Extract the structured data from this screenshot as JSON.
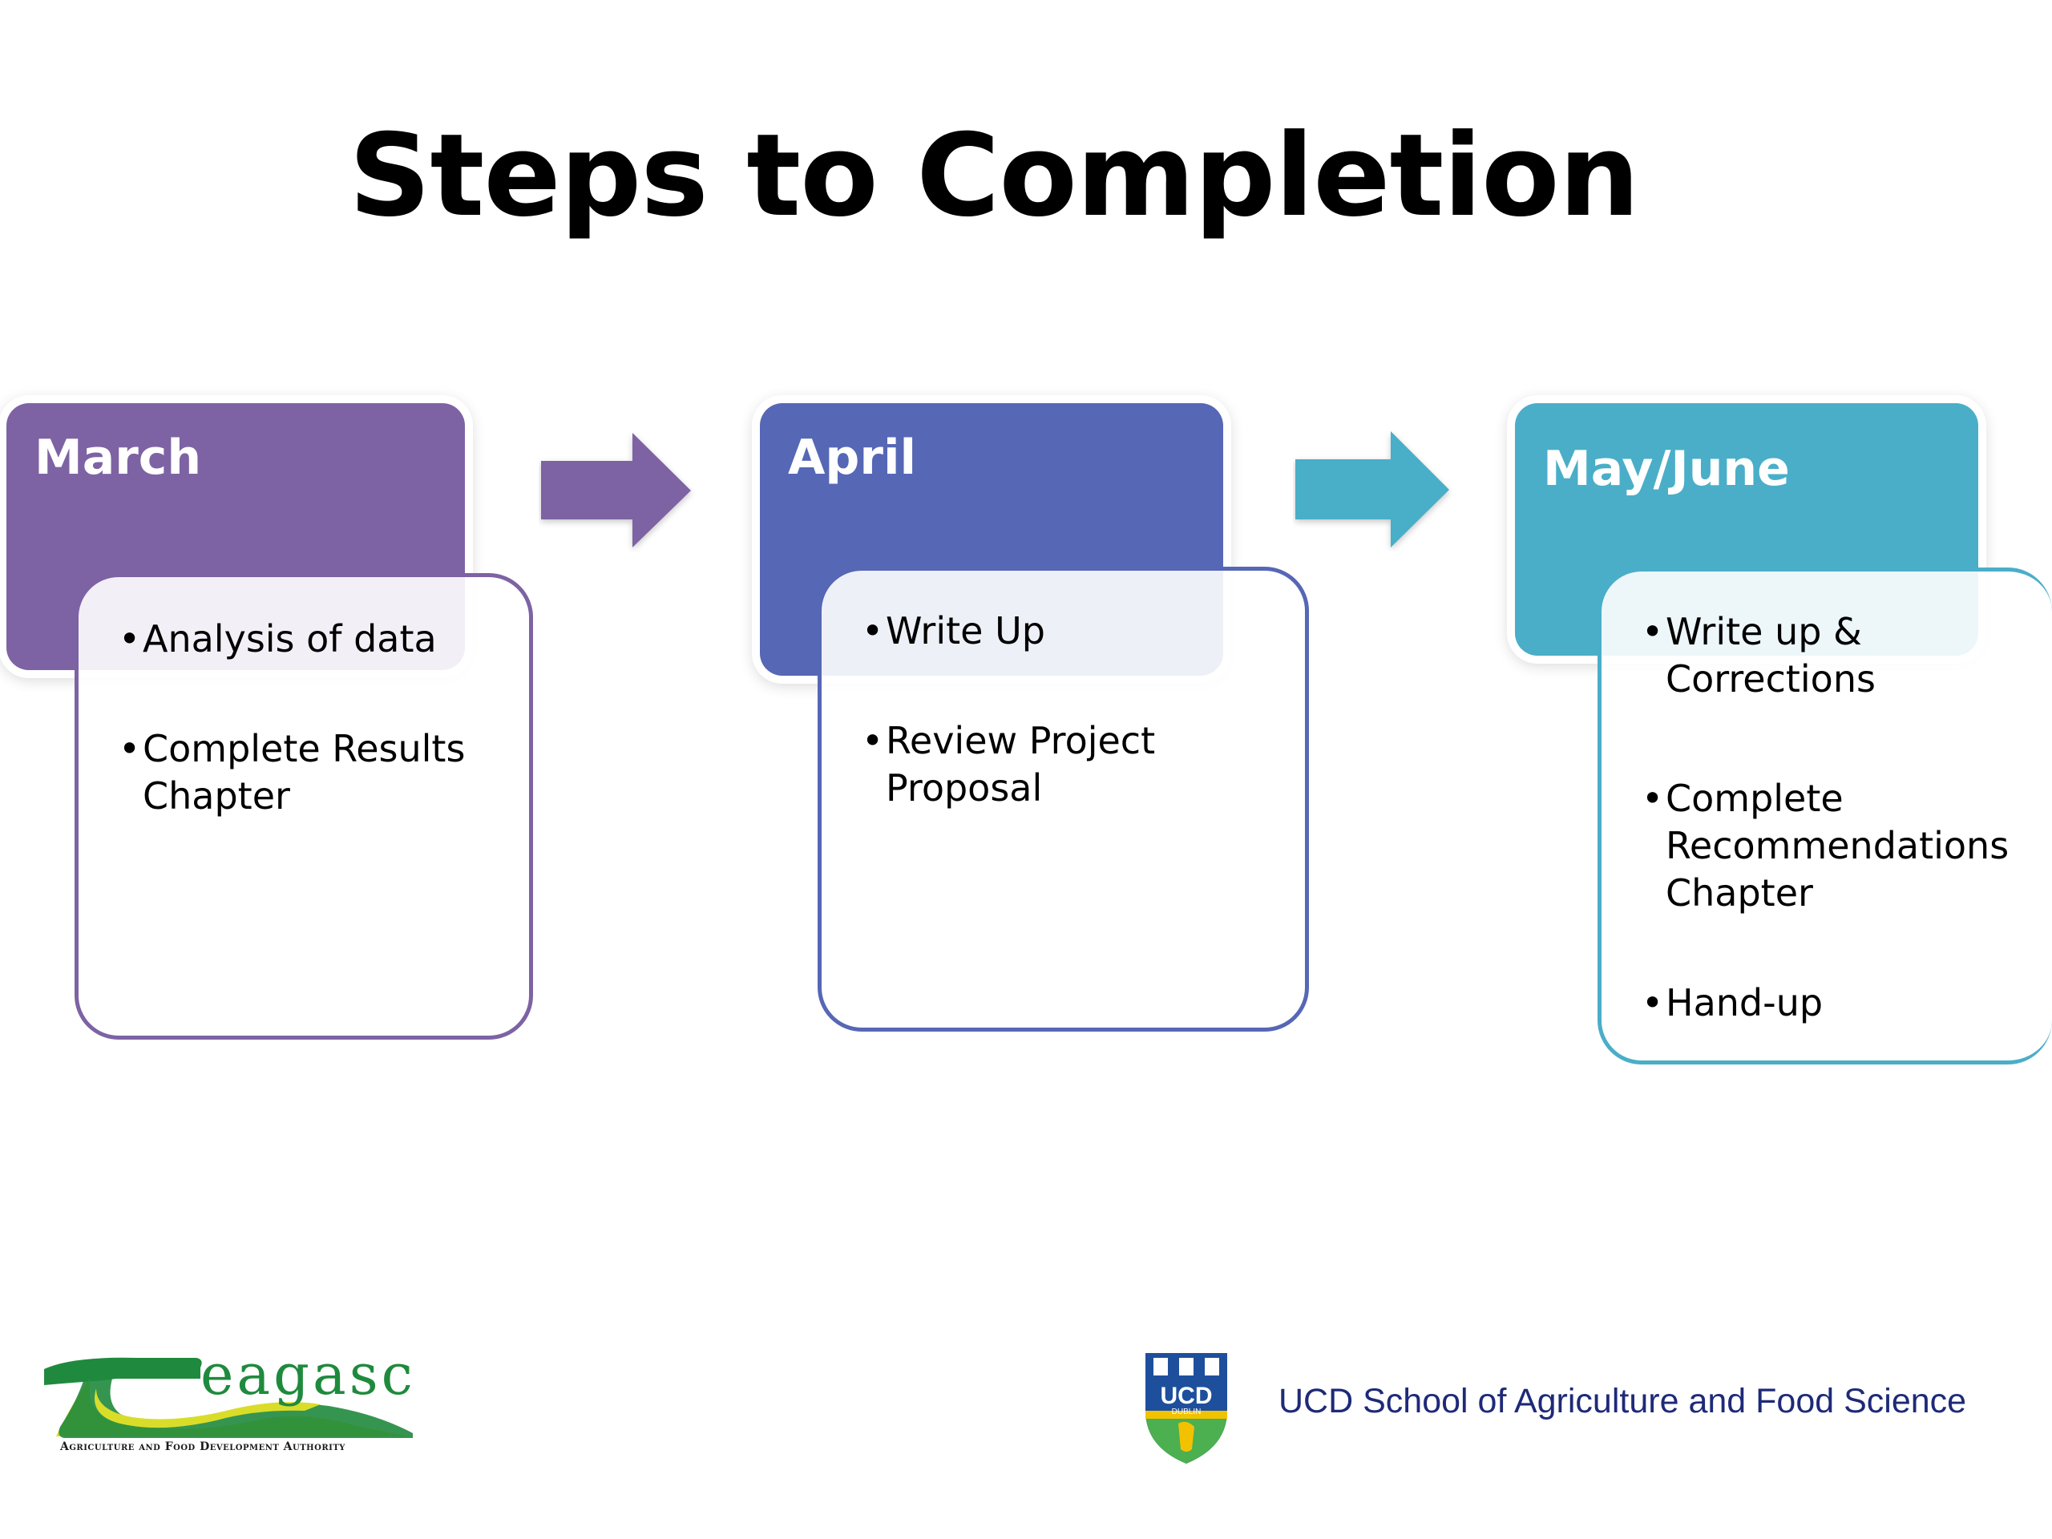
{
  "title": "Steps to Completion",
  "colors": {
    "march": "#7d63a3",
    "april": "#5667b5",
    "mayjune": "#4aaec8"
  },
  "stages": [
    {
      "label": "March",
      "bullets": [
        "Analysis of data",
        "Complete Results Chapter"
      ]
    },
    {
      "label": "April",
      "bullets": [
        "Write Up",
        "Review Project Proposal"
      ]
    },
    {
      "label": "May/June",
      "bullets": [
        "Write up & Corrections",
        "Complete Recommendations Chapter",
        "Hand-up"
      ]
    }
  ],
  "logos": {
    "teagasc_name": "eagasc",
    "teagasc_tagline": "Agriculture and Food Development Authority",
    "ucd_text": "UCD School of Agriculture and Food Science",
    "ucd_crest_text": "UCD",
    "ucd_crest_sub": "DUBLIN"
  }
}
